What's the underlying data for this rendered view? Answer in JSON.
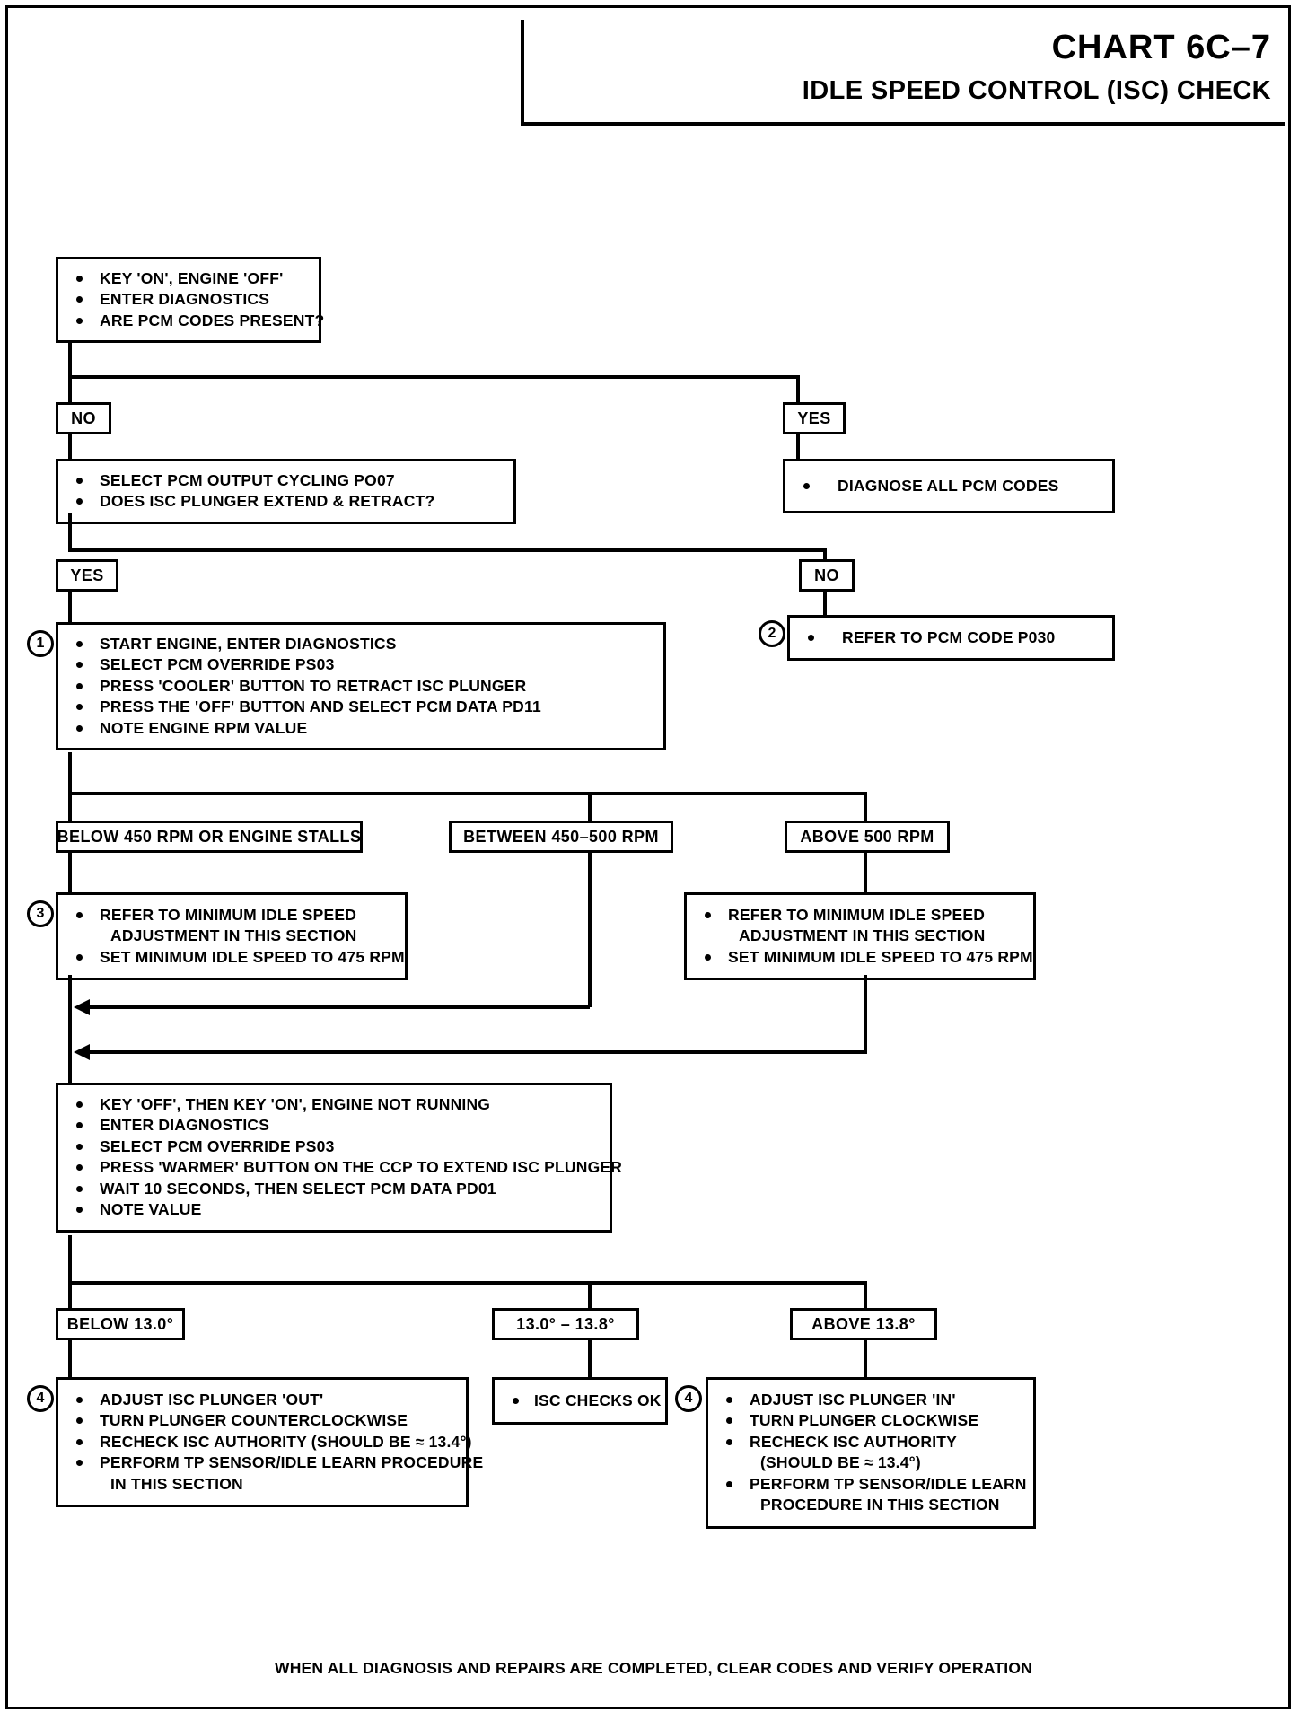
{
  "header": {
    "chart_number": "CHART 6C–7",
    "chart_title": "IDLE SPEED CONTROL (ISC) CHECK"
  },
  "footer": {
    "note": "WHEN ALL DIAGNOSIS AND REPAIRS ARE COMPLETED, CLEAR CODES AND VERIFY OPERATION"
  },
  "chart_data": {
    "type": "diagram",
    "title": "IDLE SPEED CONTROL (ISC) CHECK",
    "nodes": [
      {
        "id": "start",
        "kind": "process",
        "items": [
          "KEY 'ON', ENGINE 'OFF'",
          "ENTER DIAGNOSTICS",
          "ARE PCM CODES PRESENT?"
        ]
      },
      {
        "id": "pcm_output_cycling",
        "kind": "process",
        "items": [
          "SELECT PCM OUTPUT CYCLING PO07",
          "DOES ISC PLUNGER EXTEND & RETRACT?"
        ]
      },
      {
        "id": "diagnose_codes",
        "kind": "process",
        "items": [
          "DIAGNOSE ALL PCM CODES"
        ]
      },
      {
        "id": "step1",
        "kind": "process",
        "step": "1",
        "items": [
          "START ENGINE, ENTER DIAGNOSTICS",
          "SELECT PCM OVERRIDE PS03",
          "PRESS 'COOLER' BUTTON TO RETRACT ISC PLUNGER",
          "PRESS THE 'OFF' BUTTON AND SELECT PCM DATA PD11",
          "NOTE ENGINE RPM VALUE"
        ]
      },
      {
        "id": "step2",
        "kind": "process",
        "step": "2",
        "items": [
          "REFER TO PCM CODE P030"
        ]
      },
      {
        "id": "step3_left",
        "kind": "process",
        "step": "3",
        "items": [
          "REFER TO MINIMUM IDLE SPEED",
          "ADJUSTMENT IN THIS SECTION",
          "SET MINIMUM IDLE SPEED TO 475 RPM"
        ]
      },
      {
        "id": "step3_right",
        "kind": "process",
        "items": [
          "REFER TO MINIMUM IDLE SPEED",
          "ADJUSTMENT IN THIS SECTION",
          "SET MINIMUM IDLE SPEED TO 475 RPM"
        ]
      },
      {
        "id": "key_off_on",
        "kind": "process",
        "items": [
          "KEY 'OFF', THEN KEY 'ON', ENGINE NOT RUNNING",
          "ENTER DIAGNOSTICS",
          "SELECT PCM OVERRIDE PS03",
          "PRESS 'WARMER' BUTTON ON THE CCP TO EXTEND ISC PLUNGER",
          "WAIT 10 SECONDS, THEN SELECT PCM DATA PD01",
          "NOTE VALUE"
        ]
      },
      {
        "id": "step4_left",
        "kind": "process",
        "step": "4",
        "items": [
          "ADJUST ISC PLUNGER 'OUT'",
          "TURN PLUNGER COUNTERCLOCKWISE",
          "RECHECK ISC AUTHORITY (SHOULD BE ≈ 13.4°)",
          "PERFORM TP SENSOR/IDLE LEARN PROCEDURE",
          "IN THIS SECTION"
        ]
      },
      {
        "id": "isc_ok",
        "kind": "terminal",
        "items": [
          "ISC CHECKS OK"
        ]
      },
      {
        "id": "step4_right",
        "kind": "process",
        "step": "4",
        "items": [
          "ADJUST ISC PLUNGER 'IN'",
          "TURN PLUNGER CLOCKWISE",
          "RECHECK ISC AUTHORITY",
          "(SHOULD BE ≈ 13.4°)",
          "PERFORM TP SENSOR/IDLE LEARN",
          "PROCEDURE IN THIS SECTION"
        ]
      }
    ],
    "branch_labels": [
      {
        "id": "no1",
        "text": "NO"
      },
      {
        "id": "yes1",
        "text": "YES"
      },
      {
        "id": "yes2",
        "text": "YES"
      },
      {
        "id": "no2",
        "text": "NO"
      },
      {
        "id": "rpm_below",
        "text": "BELOW 450  RPM OR ENGINE STALLS"
      },
      {
        "id": "rpm_between",
        "text": "BETWEEN 450–500 RPM"
      },
      {
        "id": "rpm_above",
        "text": "ABOVE 500  RPM"
      },
      {
        "id": "deg_below",
        "text": "BELOW 13.0°"
      },
      {
        "id": "deg_between",
        "text": "13.0° – 13.8°"
      },
      {
        "id": "deg_above",
        "text": "ABOVE 13.8°"
      }
    ]
  },
  "steps": {
    "one": "1",
    "two": "2",
    "three": "3",
    "four_left": "4",
    "four_right": "4"
  },
  "boxes": {
    "start": {
      "l1": "KEY 'ON', ENGINE 'OFF'",
      "l2": "ENTER DIAGNOSTICS",
      "l3": "ARE PCM CODES PRESENT?"
    },
    "output_cycling": {
      "l1": "SELECT PCM OUTPUT CYCLING PO07",
      "l2": "DOES ISC PLUNGER EXTEND & RETRACT?"
    },
    "diagnose": {
      "l1": "DIAGNOSE ALL PCM CODES"
    },
    "step1": {
      "l1": "START ENGINE, ENTER DIAGNOSTICS",
      "l2": "SELECT PCM OVERRIDE PS03",
      "l3": "PRESS 'COOLER' BUTTON TO RETRACT ISC PLUNGER",
      "l4": "PRESS THE 'OFF' BUTTON AND SELECT PCM DATA PD11",
      "l5": "NOTE ENGINE RPM VALUE"
    },
    "step2": {
      "l1": "REFER TO PCM CODE P030"
    },
    "step3_left": {
      "l1a": "REFER TO MINIMUM IDLE SPEED",
      "l1b": "ADJUSTMENT IN THIS SECTION",
      "l2": "SET MINIMUM IDLE SPEED TO 475 RPM"
    },
    "step3_right": {
      "l1a": "REFER TO MINIMUM IDLE SPEED",
      "l1b": "ADJUSTMENT IN THIS SECTION",
      "l2": "SET MINIMUM IDLE SPEED TO 475 RPM"
    },
    "key_off": {
      "l1": "KEY 'OFF', THEN KEY 'ON', ENGINE NOT RUNNING",
      "l2": "ENTER DIAGNOSTICS",
      "l3": "SELECT PCM OVERRIDE PS03",
      "l4": "PRESS 'WARMER' BUTTON ON THE CCP TO EXTEND ISC PLUNGER",
      "l5": "WAIT 10 SECONDS, THEN SELECT PCM DATA PD01",
      "l6": "NOTE VALUE"
    },
    "step4_left": {
      "l1": "ADJUST ISC PLUNGER 'OUT'",
      "l2": "TURN PLUNGER COUNTERCLOCKWISE",
      "l3": "RECHECK ISC AUTHORITY (SHOULD BE ≈ 13.4°)",
      "l4a": "PERFORM TP SENSOR/IDLE LEARN PROCEDURE",
      "l4b": "IN THIS SECTION"
    },
    "isc_ok": {
      "l1": "ISC CHECKS OK"
    },
    "step4_right": {
      "l1": "ADJUST ISC PLUNGER 'IN'",
      "l2": "TURN PLUNGER CLOCKWISE",
      "l3a": "RECHECK ISC AUTHORITY",
      "l3b": "(SHOULD BE ≈ 13.4°)",
      "l4a": "PERFORM TP SENSOR/IDLE LEARN",
      "l4b": "PROCEDURE IN THIS SECTION"
    }
  },
  "labels": {
    "no_1": "NO",
    "yes_1": "YES",
    "yes_2": "YES",
    "no_2": "NO",
    "rpm_below": "BELOW 450  RPM OR ENGINE STALLS",
    "rpm_between": "BETWEEN 450–500 RPM",
    "rpm_above": "ABOVE 500  RPM",
    "deg_below": "BELOW 13.0°",
    "deg_between": "13.0° – 13.8°",
    "deg_above": "ABOVE 13.8°"
  },
  "colors": {
    "ink": "#000000",
    "paper": "#ffffff"
  }
}
